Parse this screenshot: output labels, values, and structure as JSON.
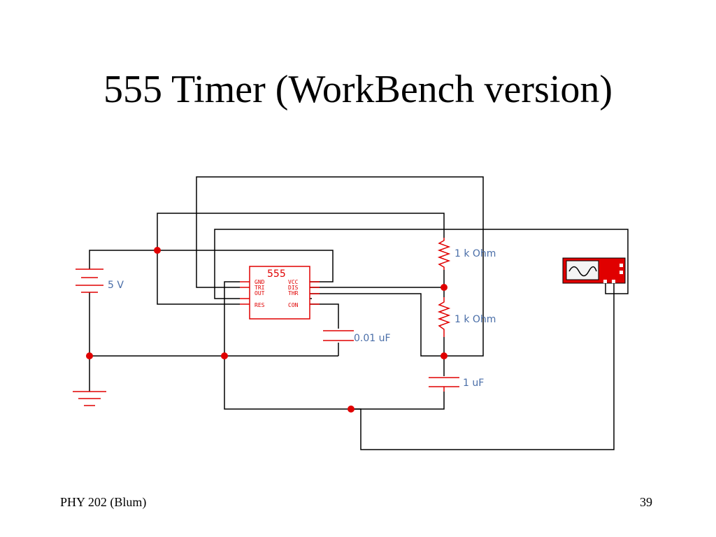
{
  "slide": {
    "title": "555 Timer (WorkBench version)",
    "footer_left": "PHY 202 (Blum)",
    "page_number": "39"
  },
  "circuit": {
    "chip_label": "555",
    "pins_left": [
      "GND",
      "TRI",
      "OUT",
      "RES"
    ],
    "pins_right": [
      "VCC",
      "DIS",
      "THR",
      "CON"
    ],
    "battery_label": "5 V",
    "resistor1_label": "1 k Ohm",
    "resistor2_label": "1 k Ohm",
    "capacitor_small_label": "0.01 uF",
    "capacitor_timing_label": "1 uF"
  },
  "colors": {
    "component": "#e00000",
    "label": "#4a6ea8",
    "wire": "#000000"
  }
}
